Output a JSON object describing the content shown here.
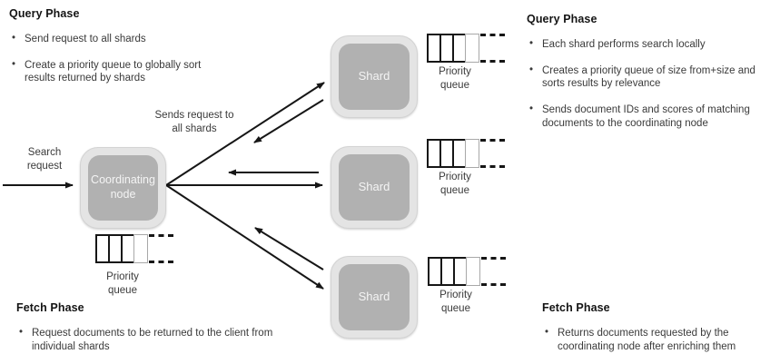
{
  "panels": {
    "top_left": {
      "heading": "Query Phase",
      "bullets": [
        "Send request to all shards",
        "Create a priority queue to globally sort results returned by shards"
      ]
    },
    "top_right": {
      "heading": "Query Phase",
      "bullets": [
        "Each shard performs search locally",
        "Creates a priority queue of size from+size and sorts results by relevance",
        "Sends document IDs and scores of matching documents to the coordinating node"
      ]
    },
    "bottom_left": {
      "heading": "Fetch Phase",
      "bullets": [
        "Request documents to be returned to the client from individual shards"
      ]
    },
    "bottom_right": {
      "heading": "Fetch Phase",
      "bullets": [
        "Returns documents requested by the coordinating node after enriching them"
      ]
    }
  },
  "diagram": {
    "coordinating_node": {
      "label": "Coordinating node"
    },
    "shards": [
      {
        "label": "Shard"
      },
      {
        "label": "Shard"
      },
      {
        "label": "Shard"
      }
    ],
    "queues": [
      {
        "label": "Priority queue",
        "icon": "priority-queue-icon"
      },
      {
        "label": "Priority queue",
        "icon": "priority-queue-icon"
      },
      {
        "label": "Priority queue",
        "icon": "priority-queue-icon"
      },
      {
        "label": "Priority queue",
        "icon": "priority-queue-icon"
      }
    ],
    "annotations": {
      "search_request": "Search request",
      "sends_request": "Sends request to all shards"
    }
  },
  "colors": {
    "background": "#ffffff",
    "box_outer": "#e4e4e4",
    "box_inner": "#b1b1b1",
    "box_text": "#f4f4f4",
    "text": "#3a3a3a",
    "heading": "#141414",
    "arrow": "#161616"
  }
}
